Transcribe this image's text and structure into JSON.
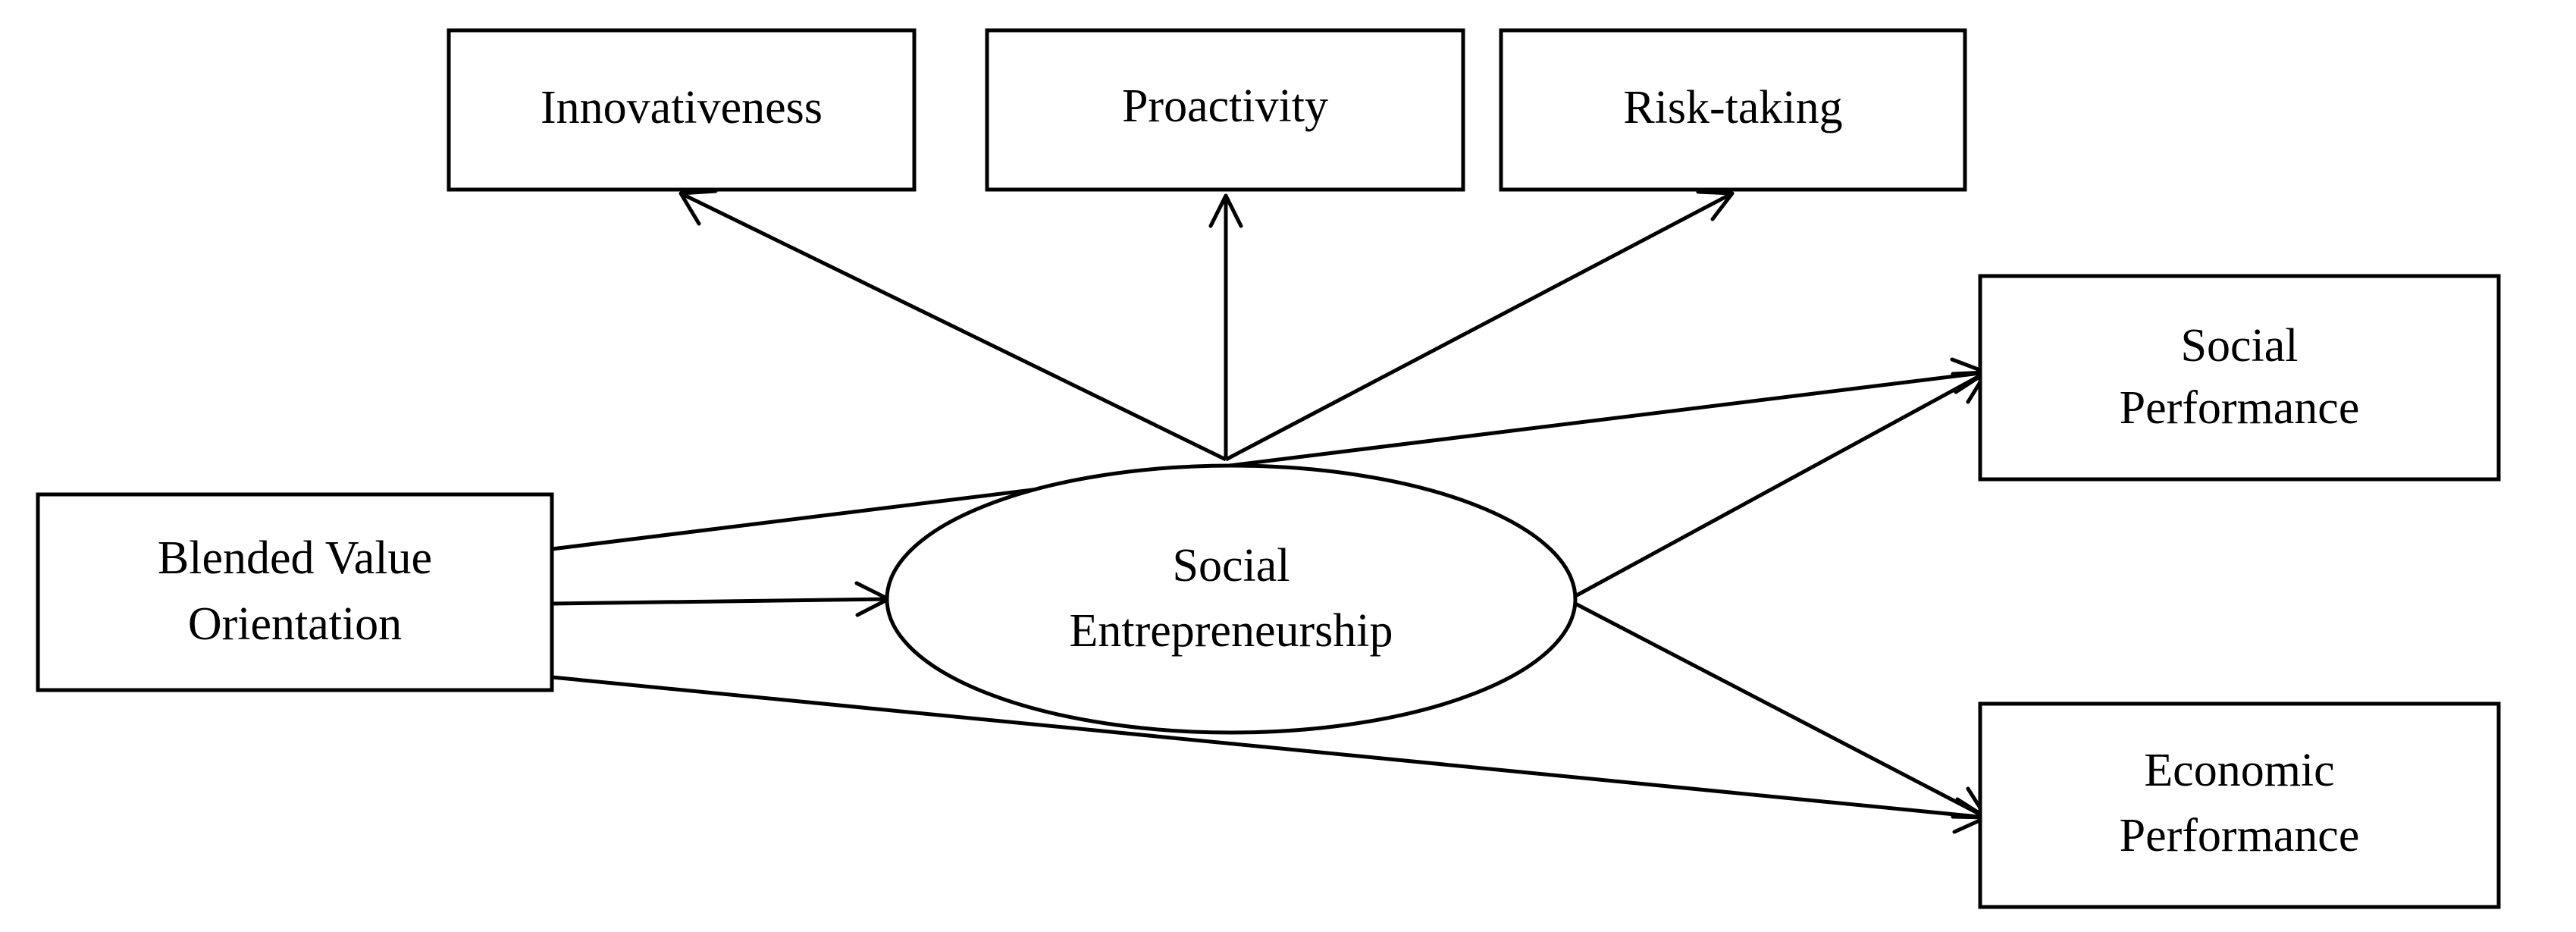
{
  "diagram": {
    "nodes": {
      "innovativeness": {
        "label": "Innovativeness"
      },
      "proactivity": {
        "label": "Proactivity"
      },
      "risk_taking": {
        "label": "Risk-taking"
      },
      "social_performance": {
        "line1": "Social",
        "line2": "Performance"
      },
      "blended_value": {
        "line1": "Blended Value",
        "line2": "Orientation"
      },
      "social_entrepreneurship": {
        "line1": "Social",
        "line2": "Entrepreneurship"
      },
      "economic_performance": {
        "line1": "Economic",
        "line2": "Performance"
      }
    },
    "edges": [
      {
        "from": "social_entrepreneurship",
        "to": "innovativeness"
      },
      {
        "from": "social_entrepreneurship",
        "to": "proactivity"
      },
      {
        "from": "social_entrepreneurship",
        "to": "risk_taking"
      },
      {
        "from": "blended_value",
        "to": "social_performance"
      },
      {
        "from": "blended_value",
        "to": "social_entrepreneurship"
      },
      {
        "from": "blended_value",
        "to": "economic_performance"
      },
      {
        "from": "social_entrepreneurship",
        "to": "social_performance"
      },
      {
        "from": "social_entrepreneurship",
        "to": "economic_performance"
      }
    ]
  }
}
